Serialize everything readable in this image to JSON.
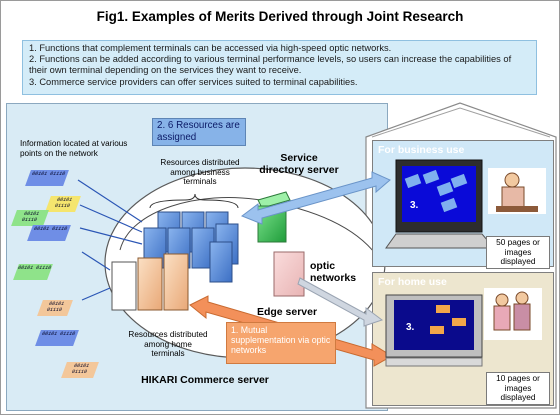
{
  "title": "Fig1.  Examples of Merits Derived through Joint Research",
  "merits": [
    "1. Functions that complement terminals can be accessed via high-speed optic networks.",
    "2. Functions can be added according to various terminal performance levels, so users can increase the capabilities of their own terminal depending on the services they want to receive.",
    "3. Commerce service providers can offer services suited to terminal capabilities."
  ],
  "diagram": {
    "info_label": "Information located at various points on the network",
    "resources_assigned": "2. 6 Resources are assigned",
    "resources_business": "Resources distributed among business terminals",
    "resources_home": "Resources distributed among home terminals",
    "service_directory_server": "Service directory server",
    "optic_networks": "optic networks",
    "edge_server": "Edge server",
    "mutual_supplementation": "1.  Mutual supplementation via optic networks",
    "commerce_server": "HIKARI Commerce server",
    "business_room": {
      "label": "For business use",
      "screen_number": "3.",
      "capacity": "50 pages or images displayed"
    },
    "home_room": {
      "label": "For home use",
      "screen_number": "3.",
      "capacity": "10 pages or images displayed"
    },
    "data_icon_text": "00101 01110"
  },
  "colors": {
    "merit_box": "#d4ecf8",
    "business_resource": "#5a8fd8",
    "home_resource": "#f4c8a0",
    "directory_server": "#43c25a",
    "edge_server": "#f2c4c4",
    "arrow_blue": "#9cc2ee",
    "arrow_orange": "#f3905a"
  }
}
